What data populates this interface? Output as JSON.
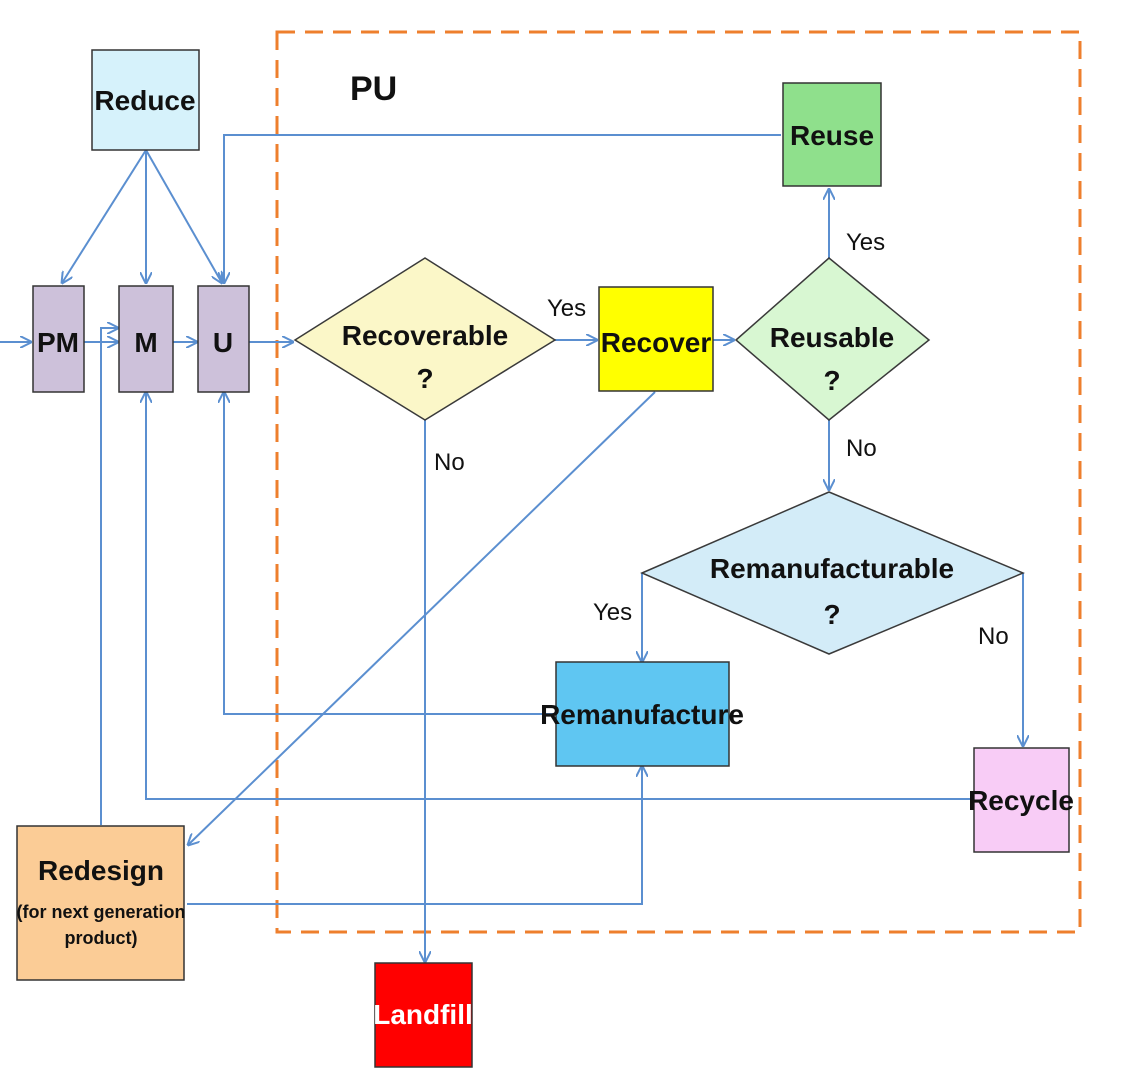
{
  "diagram": {
    "region_label": "PU",
    "colors": {
      "edge": "#5b8fd0",
      "region_border": "#ee7f2d",
      "box_border": "#333333",
      "diamond_border": "#3a3a3a"
    },
    "nodes": {
      "reduce": {
        "text": "Reduce",
        "fill": "#d6f2fb"
      },
      "pm": {
        "text": "PM",
        "fill": "#cdc1da"
      },
      "m": {
        "text": "M",
        "fill": "#cdc1da"
      },
      "u": {
        "text": "U",
        "fill": "#cdc1da"
      },
      "recoverable": {
        "line1": "Recoverable",
        "line2": "?",
        "fill": "#fbf7c8"
      },
      "recover": {
        "text": "Recover",
        "fill": "#ffff00"
      },
      "reusable": {
        "line1": "Reusable",
        "line2": "?",
        "fill": "#d8f7d2"
      },
      "reuse": {
        "text": "Reuse",
        "fill": "#8fe08c"
      },
      "remanufacturable": {
        "line1": "Remanufacturable",
        "line2": "?",
        "fill": "#d3ecf8"
      },
      "remanufacture": {
        "text": "Remanufacture",
        "fill": "#5fc6f2"
      },
      "recycle": {
        "text": "Recycle",
        "fill": "#f8ccf6"
      },
      "redesign": {
        "line1": "Redesign",
        "line2": "(for next generation",
        "line3": "product)",
        "fill": "#fbcc96"
      },
      "landfill": {
        "text": "Landfill",
        "fill": "#ff0000",
        "text_color": "#ffffff"
      }
    },
    "edge_labels": {
      "recoverable_yes": "Yes",
      "recoverable_no": "No",
      "reusable_yes": "Yes",
      "reusable_no": "No",
      "remanufacturable_yes": "Yes",
      "remanufacturable_no": "No"
    }
  }
}
